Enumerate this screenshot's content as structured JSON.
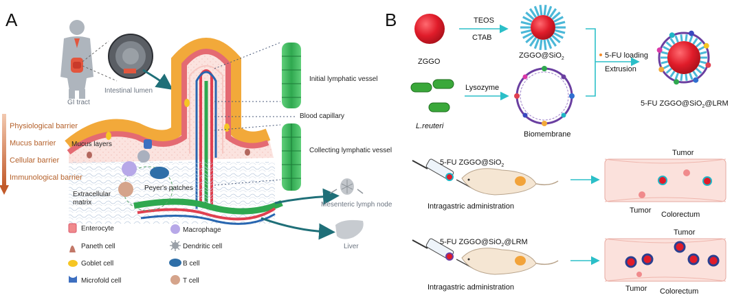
{
  "panelA": {
    "letter": "A",
    "gi_tract": "GI tract",
    "intestinal_lumen": "Intestinal lumen",
    "initial_lymphatic": "Initial lymphatic vessel",
    "blood_capillary": "Blood capillary",
    "collecting_lymphatic": "Collecting lymphatic vessel",
    "barriers": [
      "Physiological barrier",
      "Mucus barrier",
      "Cellular barrier",
      "Immunological barrier"
    ],
    "mucus_layers": "Mucus layers",
    "peyers_patches": "Peyer's patches",
    "ecm_line1": "Extracellular",
    "ecm_line2": "matrix",
    "mesenteric": "Mesenteric lymph node",
    "liver": "Liver",
    "legend": [
      {
        "label": "Enterocyte"
      },
      {
        "label": "Paneth cell"
      },
      {
        "label": "Goblet cell"
      },
      {
        "label": "Microfold cell"
      },
      {
        "label": "Macrophage"
      },
      {
        "label": "Dendritic cell"
      },
      {
        "label": "B cell"
      },
      {
        "label": "T cell"
      }
    ],
    "colors": {
      "barrier_text": "#b4602a",
      "teal_arrow": "#1f6f78",
      "lymph": "#2fa84f",
      "blood_red": "#e04050",
      "blood_blue": "#2866b0"
    }
  },
  "panelB": {
    "letter": "B",
    "zggo": "ZGGO",
    "teos": "TEOS",
    "ctab": "CTAB",
    "zggo_sio2_pre": "ZGGO@SiO",
    "sub2": "2",
    "loading": "5-FU loading",
    "extrusion": "Extrusion",
    "reuteri": "L.reuteri",
    "lysozyme": "Lysozyme",
    "biomembrane": "Biomembrane",
    "final_pre": "5-FU ZGGO@SiO",
    "final_post": "@LRM",
    "row1_label_pre": "5-FU ZGGO@SiO",
    "row2_label_pre": "5-FU ZGGO@SiO",
    "row2_label_post": "@LRM",
    "intragastric": "Intragastric administration",
    "tumor": "Tumor",
    "colorectum": "Colorectum",
    "colors": {
      "red_core": "#e0202e",
      "silica": "#4cb8d8",
      "teal_arrow": "#2bbfc8",
      "bacteria": "#3aa83a"
    }
  }
}
